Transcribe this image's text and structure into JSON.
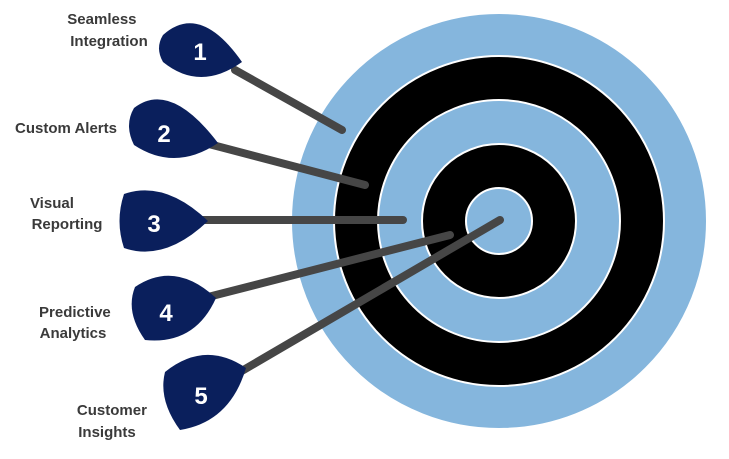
{
  "colors": {
    "ring_light": "#85b6dd",
    "ring_dark": "#000000",
    "dart_head": "#0a1f5c",
    "dart_shaft": "#464646",
    "label_text": "#3a3a3a"
  },
  "items": [
    {
      "number": "1",
      "label_lines": [
        "Seamless",
        "Integration"
      ]
    },
    {
      "number": "2",
      "label_lines": [
        "Custom Alerts"
      ]
    },
    {
      "number": "3",
      "label_lines": [
        "Visual",
        "Reporting"
      ]
    },
    {
      "number": "4",
      "label_lines": [
        "Predictive",
        "Analytics"
      ]
    },
    {
      "number": "5",
      "label_lines": [
        "Customer",
        "Insights"
      ]
    }
  ]
}
